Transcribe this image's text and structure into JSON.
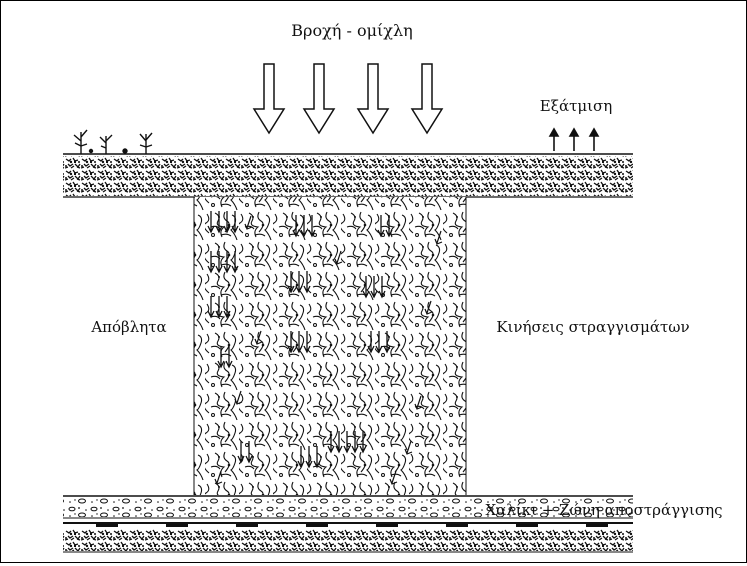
{
  "labels": {
    "rain": "Βροχή - ομίχλη",
    "evaporation": "Εξάτμιση",
    "waste": "Απόβλητα",
    "leachate": "Κινήσεις στραγγισμάτων",
    "drainage": "Χαλίκι + Ζώνη αποστράγγισης"
  },
  "colors": {
    "ink": "#111111",
    "paper": "#ffffff"
  },
  "icons": [
    "down-arrow-icon",
    "up-arrow-icon",
    "plant-icon"
  ]
}
